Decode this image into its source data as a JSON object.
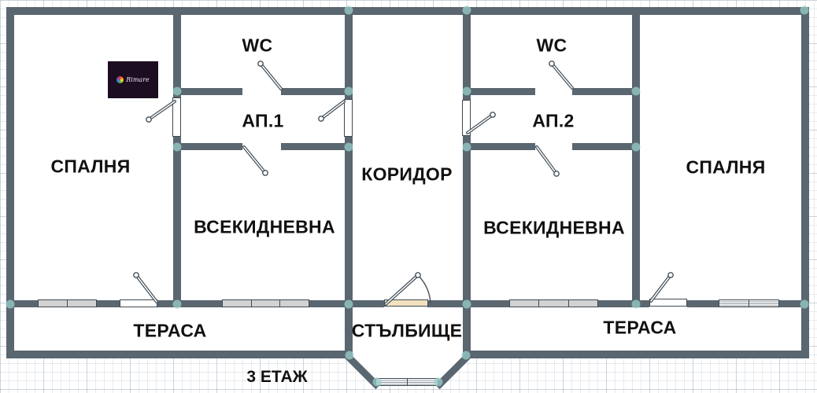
{
  "floorplan": {
    "floor_label": "3 ЕТАЖ",
    "watermark": "Rimare",
    "rooms": [
      {
        "id": "bedroom-left",
        "label": "СПАЛНЯ"
      },
      {
        "id": "wc-left",
        "label": "WC"
      },
      {
        "id": "hall-ap1",
        "label": "АП.1"
      },
      {
        "id": "corridor",
        "label": "КОРИДОР"
      },
      {
        "id": "living-left",
        "label": "ВСЕКИДНЕВНА"
      },
      {
        "id": "wc-right",
        "label": "WC"
      },
      {
        "id": "hall-ap2",
        "label": "АП.2"
      },
      {
        "id": "living-right",
        "label": "ВСЕКИДНЕВНА"
      },
      {
        "id": "bedroom-right",
        "label": "СПАЛНЯ"
      },
      {
        "id": "terrace-left",
        "label": "ТЕРАСА"
      },
      {
        "id": "staircase",
        "label": "СТЪЛБИЩЕ"
      },
      {
        "id": "terrace-right",
        "label": "ТЕРАСА"
      }
    ],
    "colors": {
      "wall": "#5a6670",
      "window_fill": "#d2d2d2",
      "door_fill": "#ffffff",
      "stair_door_fill": "#f2e2c0",
      "junction_dot": "#98d0ca",
      "label_text": "#111111",
      "watermark_bg": "#1d0d21"
    }
  }
}
